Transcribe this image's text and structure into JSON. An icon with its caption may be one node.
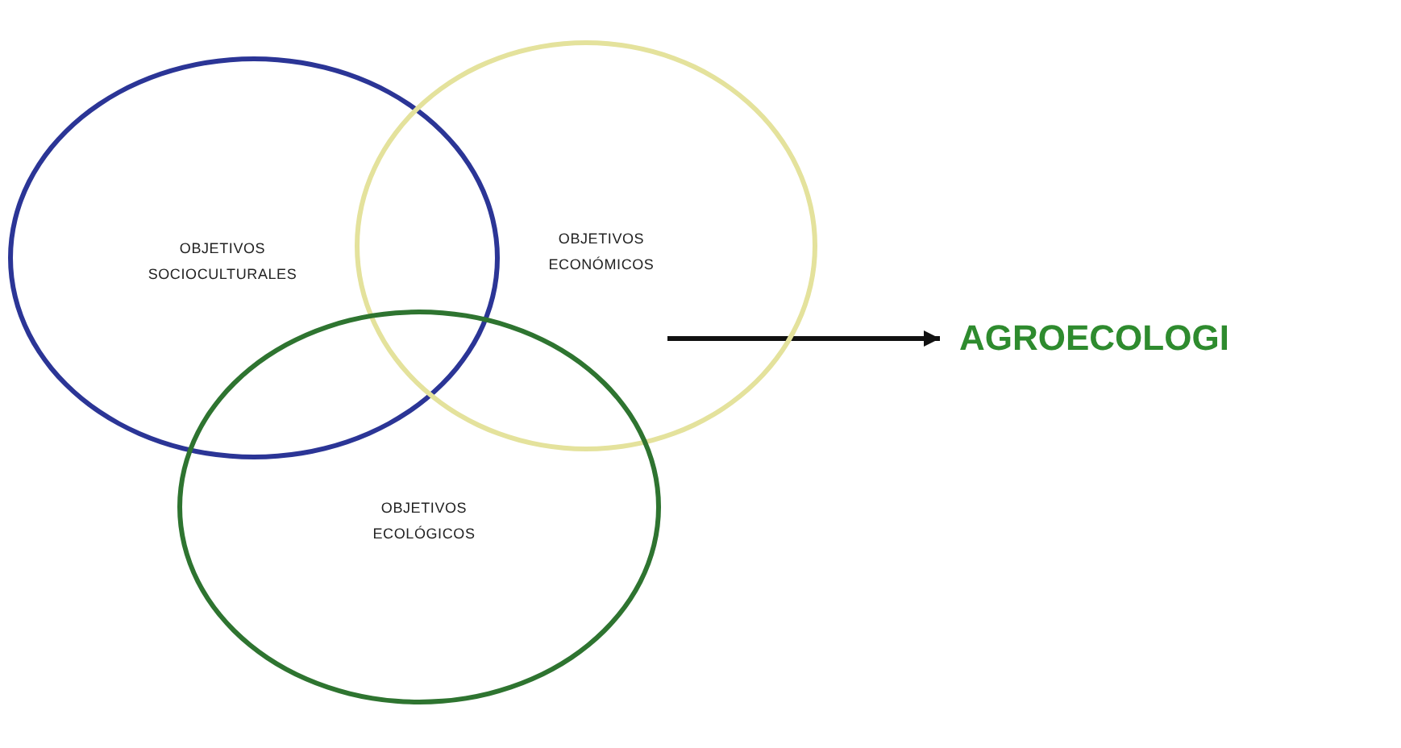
{
  "diagram": {
    "nodes": [
      {
        "text": [
          "OBJETIVOS SOCIOCULTURALES"
        ]
      },
      {
        "text": [
          "OBJETIVOS ECONÓMICOS"
        ]
      },
      {
        "text": [
          "OBJETIVOS ECOLÓGICOS"
        ]
      },
      {
        "text": [
          "AGROECOLOGI"
        ]
      }
    ],
    "edges": [
      {
        "from": 1,
        "to": 3,
        "arrow": "to"
      }
    ]
  }
}
